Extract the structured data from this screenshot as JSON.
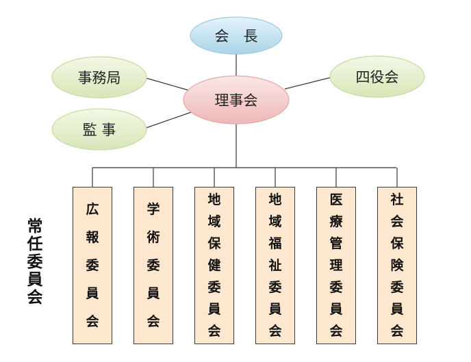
{
  "diagram": {
    "chairman": "会　長",
    "board": "理事会",
    "secretariat": "事務局",
    "auditor": "監 事",
    "four_officers": "四役会",
    "standing_committees_label": "常任委員会",
    "committees": [
      {
        "name": "広報委員会"
      },
      {
        "name": "学術委員会"
      },
      {
        "name": "地域保健委員会"
      },
      {
        "name": "地域福祉委員会"
      },
      {
        "name": "医療管理委員会"
      },
      {
        "name": "社会保険委員会"
      }
    ],
    "colors": {
      "chairman_fill": "#bfe0ee",
      "board_fill": "#f6cfcf",
      "side_fill": "#e6efcf",
      "committee_fill": "#fde8cf",
      "line": "#333333"
    }
  }
}
